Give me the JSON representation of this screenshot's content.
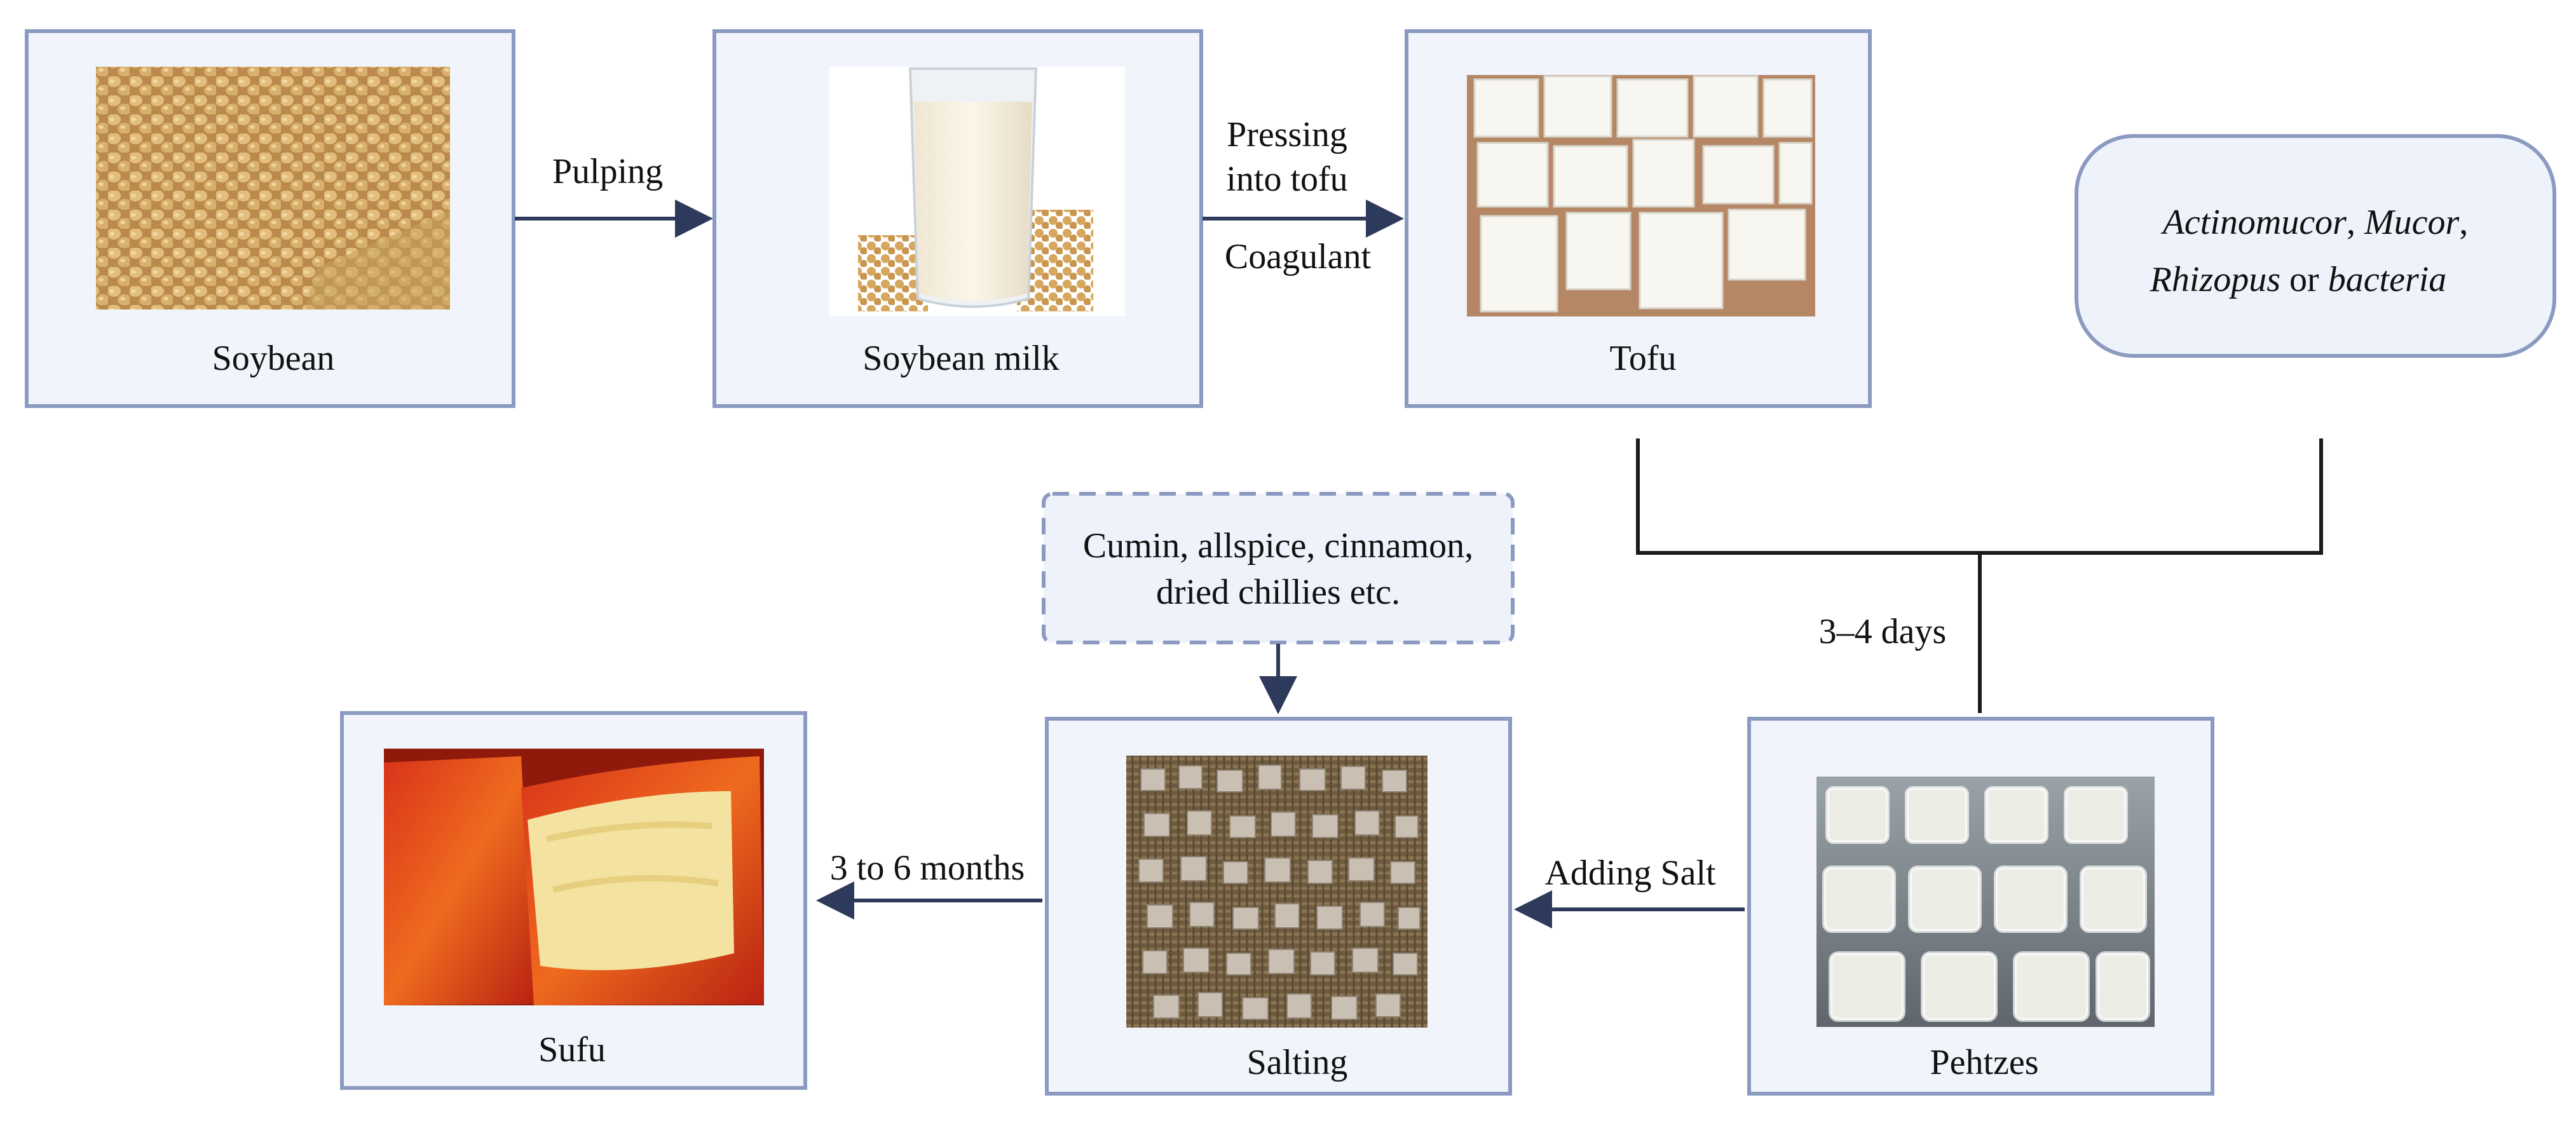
{
  "colors": {
    "box_fill": "#f1f4fb",
    "box_stroke": "#8b9ac0",
    "arrow": "#2e3a5c",
    "connector": "#1a1a1a",
    "text": "#111111"
  },
  "steps": {
    "soybean": {
      "label": "Soybean",
      "image": "soybeans-photo"
    },
    "soybean_milk": {
      "label": "Soybean milk",
      "image": "glass-of-soy-milk-photo"
    },
    "tofu": {
      "label": "Tofu",
      "image": "tofu-cubes-photo"
    },
    "pehtzes": {
      "label": "Pehtzes",
      "image": "moldy-tofu-pehtze-photo"
    },
    "salting": {
      "label": "Salting",
      "image": "salted-tofu-cubes-photo"
    },
    "sufu": {
      "label": "Sufu",
      "image": "red-sufu-photo"
    }
  },
  "microbes": {
    "line1_a": "Actinomucor",
    "line1_sep": ", ",
    "line1_b": "Mucor",
    "line1_end": ",",
    "line2_a": "Rhizopus",
    "line2_or": " or ",
    "line2_b": "bacteria"
  },
  "spices": {
    "line1": "Cumin, allspice, cinnamon,",
    "line2": "dried chillies etc."
  },
  "transitions": {
    "pulping": "Pulping",
    "pressing_line1": "Pressing",
    "pressing_line2": "into tofu",
    "coagulant": "Coagulant",
    "days": "3–4 days",
    "adding_salt": "Adding Salt",
    "months": "3 to 6 months"
  }
}
